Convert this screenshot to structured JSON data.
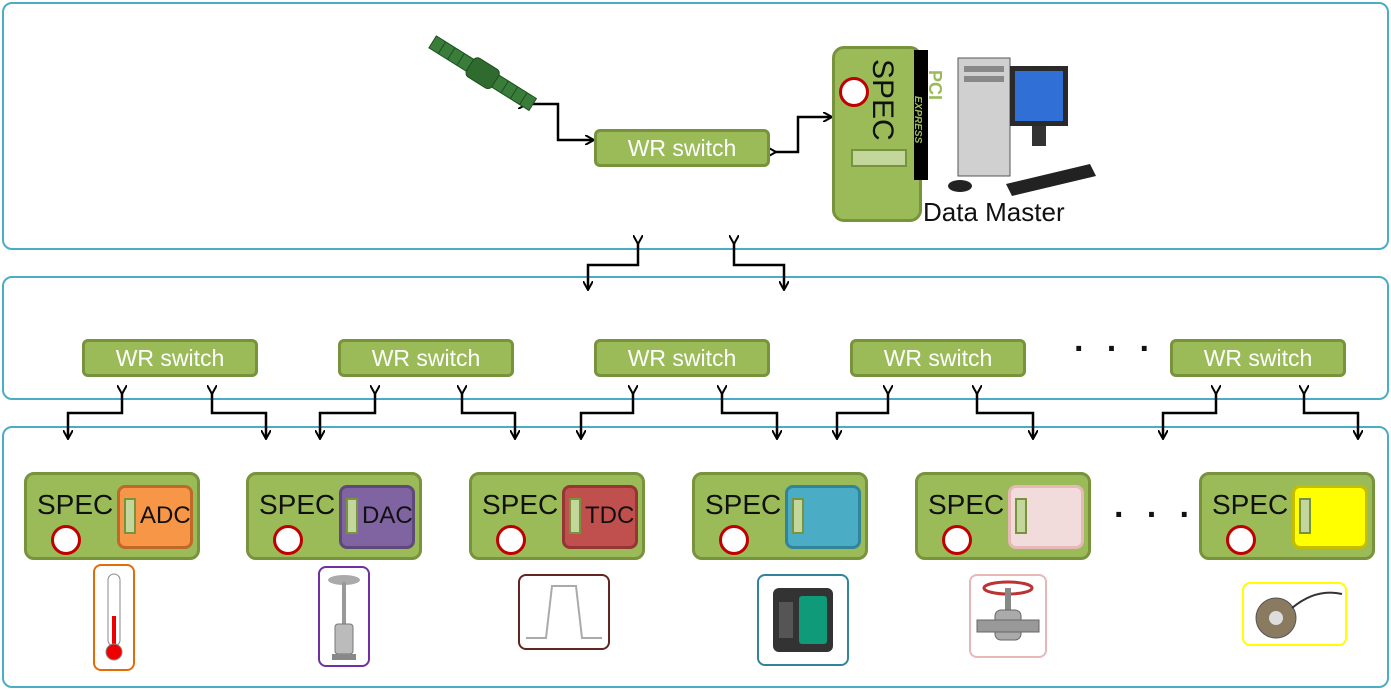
{
  "top": {
    "switch_label": "WR switch",
    "spec_label": "SPEC",
    "pci_label": "PCI",
    "express_label": "EXPRESS",
    "master_label": "Data Master"
  },
  "middle": {
    "switches": [
      "WR switch",
      "WR switch",
      "WR switch",
      "WR switch",
      "WR switch"
    ],
    "ellipsis": "· · ·"
  },
  "bottom": {
    "cards": [
      {
        "label": "SPEC",
        "module": "ADC",
        "module_color": "#f79646",
        "border_color": "#c0682a",
        "device": "thermometer-icon",
        "device_border": "#e36c09"
      },
      {
        "label": "SPEC",
        "module": "DAC",
        "module_color": "#8064a2",
        "border_color": "#5f497a",
        "device": "patio-heater-icon",
        "device_border": "#7030a0"
      },
      {
        "label": "SPEC",
        "module": "TDC",
        "module_color": "#c0504d",
        "border_color": "#943634",
        "device": "pulse-signal-icon",
        "device_border": "#632523"
      },
      {
        "label": "SPEC",
        "module": "",
        "module_color": "#4bacc6",
        "border_color": "#31859b",
        "device": "on-off-switch-icon",
        "device_border": "#31859b"
      },
      {
        "label": "SPEC",
        "module": "",
        "module_color": "#f2dcdb",
        "border_color": "#e6b9b8",
        "device": "valve-icon",
        "device_border": "#e6b9b8"
      },
      {
        "label": "SPEC",
        "module": "",
        "module_color": "#ffff00",
        "border_color": "#c4bd00",
        "device": "encoder-icon",
        "device_border": "#ffff00"
      }
    ],
    "ellipsis": "· · ·"
  }
}
